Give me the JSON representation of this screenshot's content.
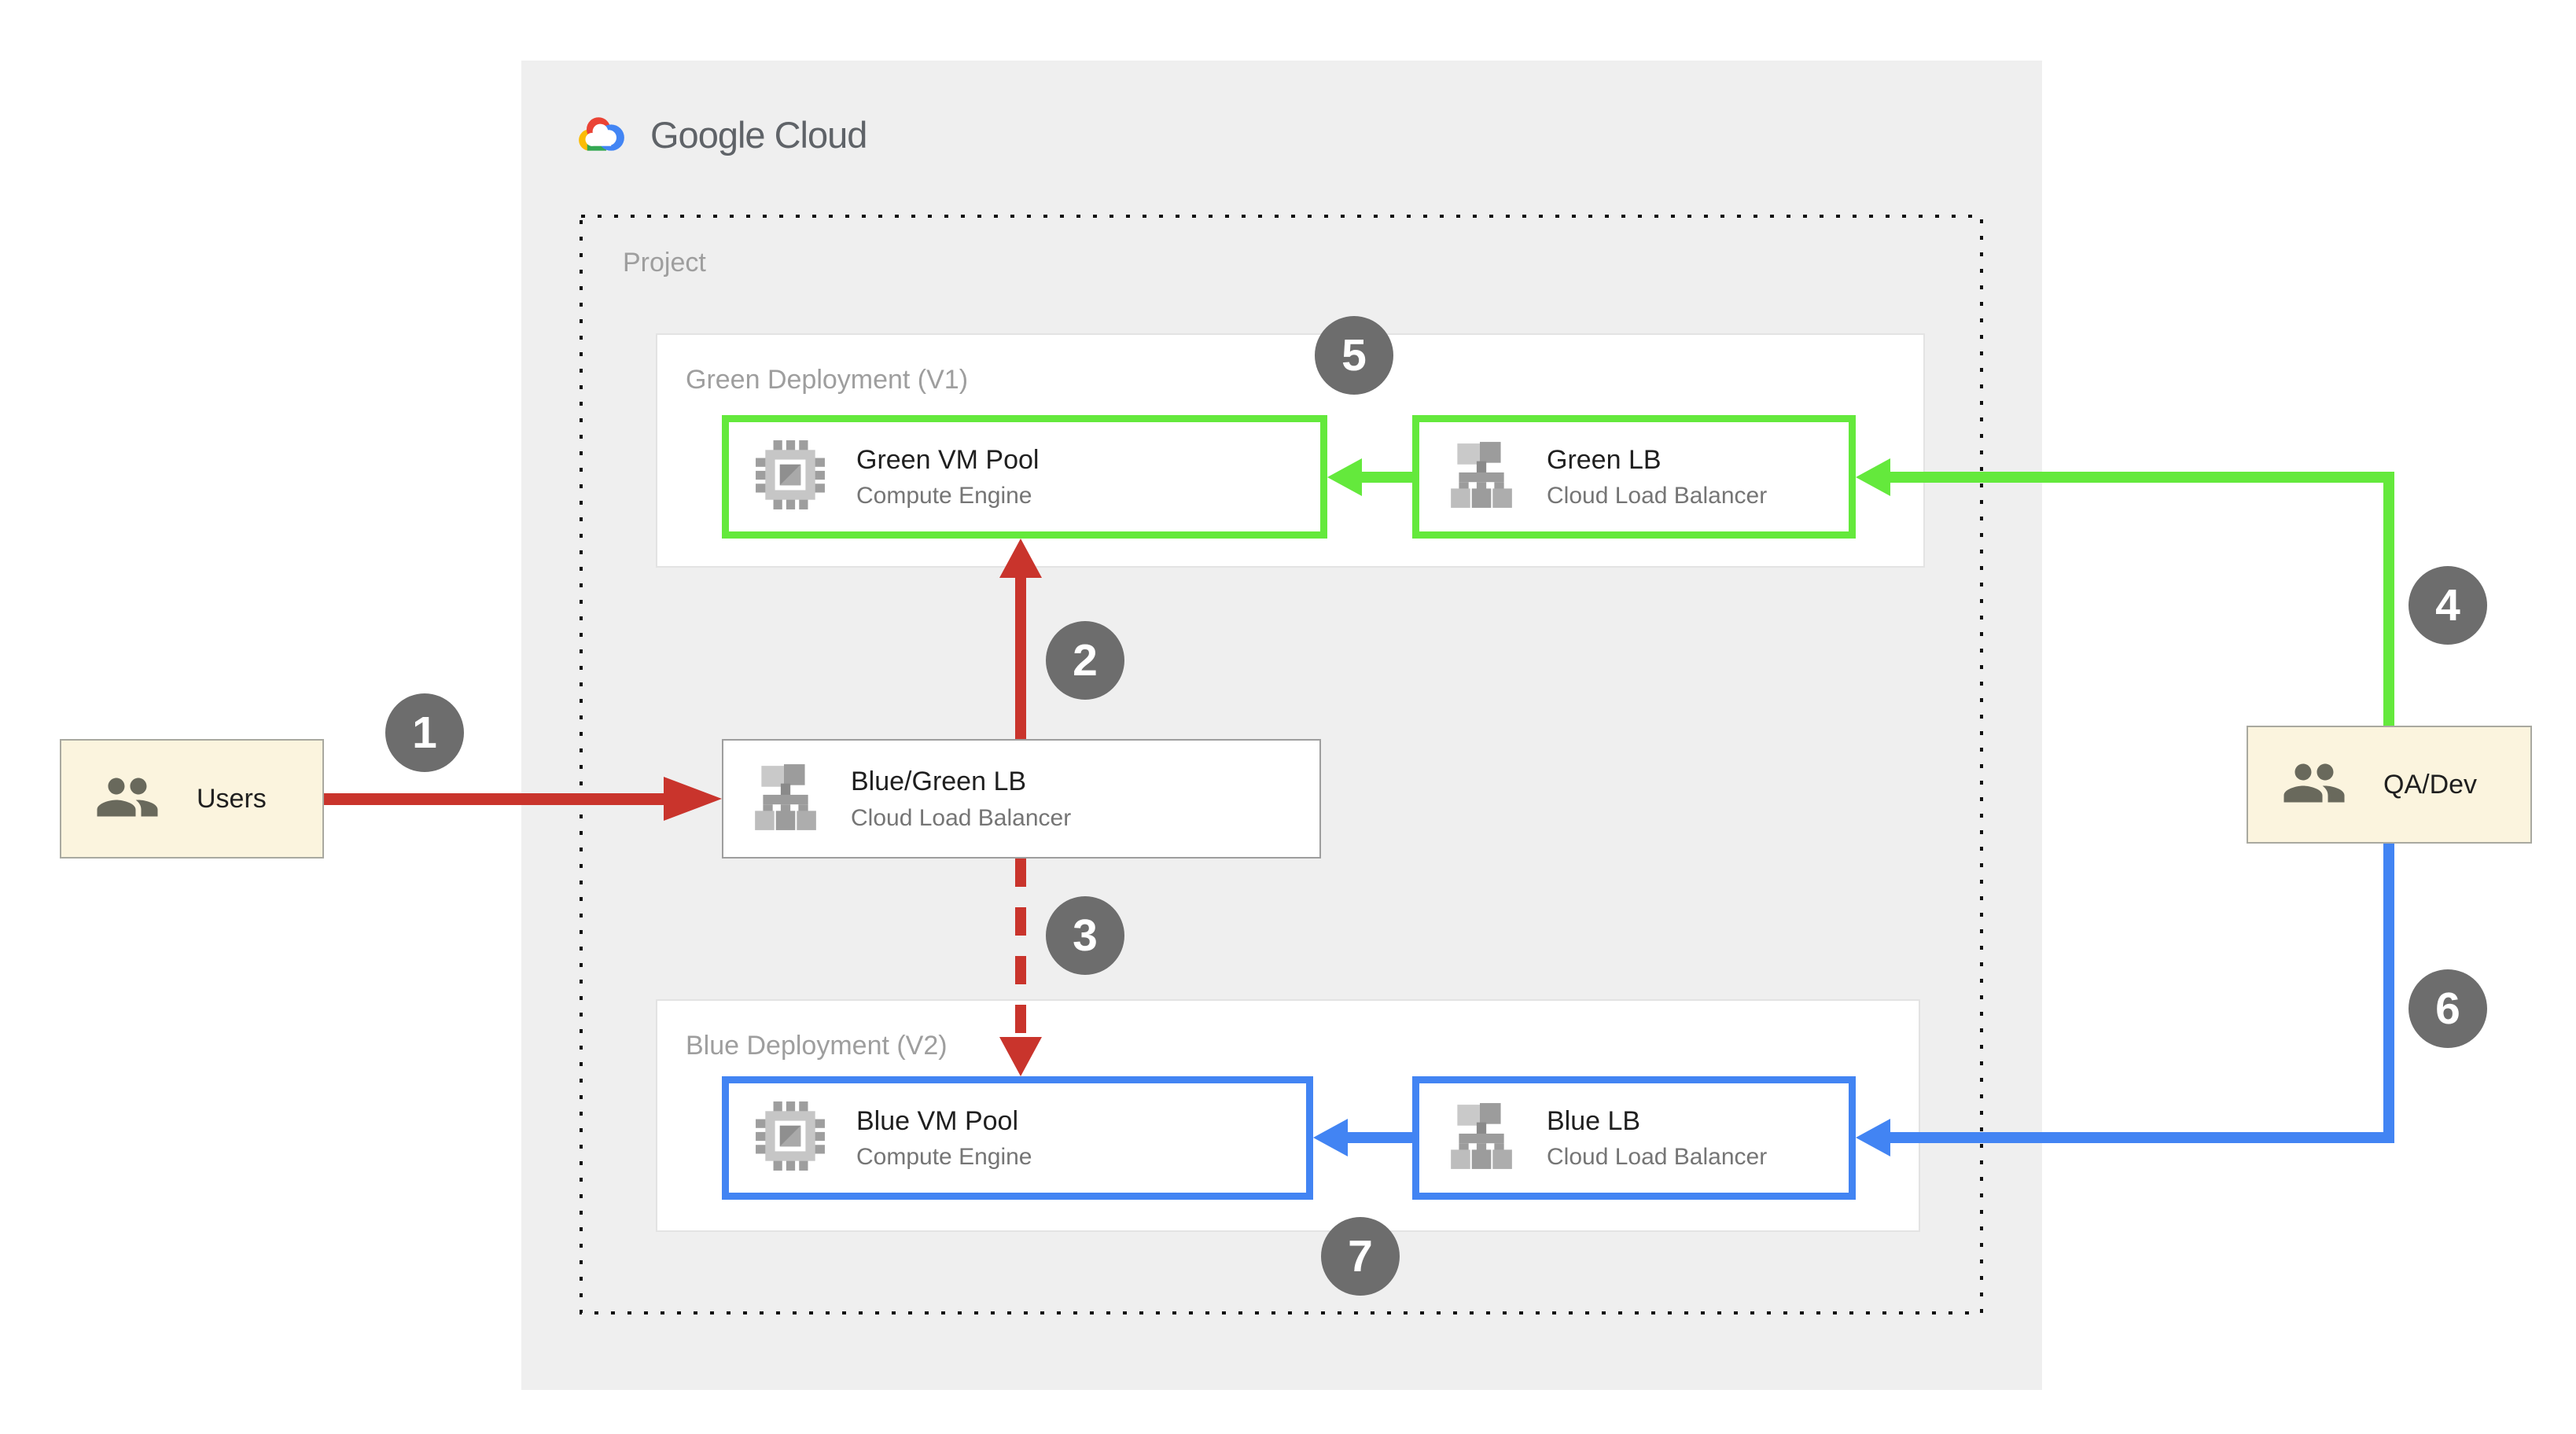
{
  "colors": {
    "page-bg": "#ffffff",
    "panel-bg": "#efefef",
    "red": "#c9342c",
    "green": "#64e93c",
    "blue": "#4284f3",
    "circle-gray": "#6d6d6d",
    "cream": "#fbf4de",
    "box-border-gray": "#9e9e9e",
    "title-gray": "#9e9e9e",
    "text-dark": "#1f1f1f",
    "text-sub": "#757575",
    "logo-text": "#5f6368",
    "dot-border": "#111111"
  },
  "brand": {
    "name": "Google Cloud"
  },
  "project": {
    "label": "Project"
  },
  "green_deployment": {
    "title": "Green Deployment (V1)",
    "vm_pool": {
      "name": "Green VM Pool",
      "service": "Compute Engine"
    },
    "lb": {
      "name": "Green LB",
      "service": "Cloud Load Balancer"
    }
  },
  "blue_deployment": {
    "title": "Blue Deployment (V2)",
    "vm_pool": {
      "name": "Blue VM Pool",
      "service": "Compute Engine"
    },
    "lb": {
      "name": "Blue LB",
      "service": "Cloud Load Balancer"
    }
  },
  "router": {
    "name": "Blue/Green LB",
    "service": "Cloud Load Balancer"
  },
  "actors": {
    "users": "Users",
    "qa_dev": "QA/Dev"
  },
  "steps": [
    "1",
    "2",
    "3",
    "4",
    "5",
    "6",
    "7"
  ]
}
